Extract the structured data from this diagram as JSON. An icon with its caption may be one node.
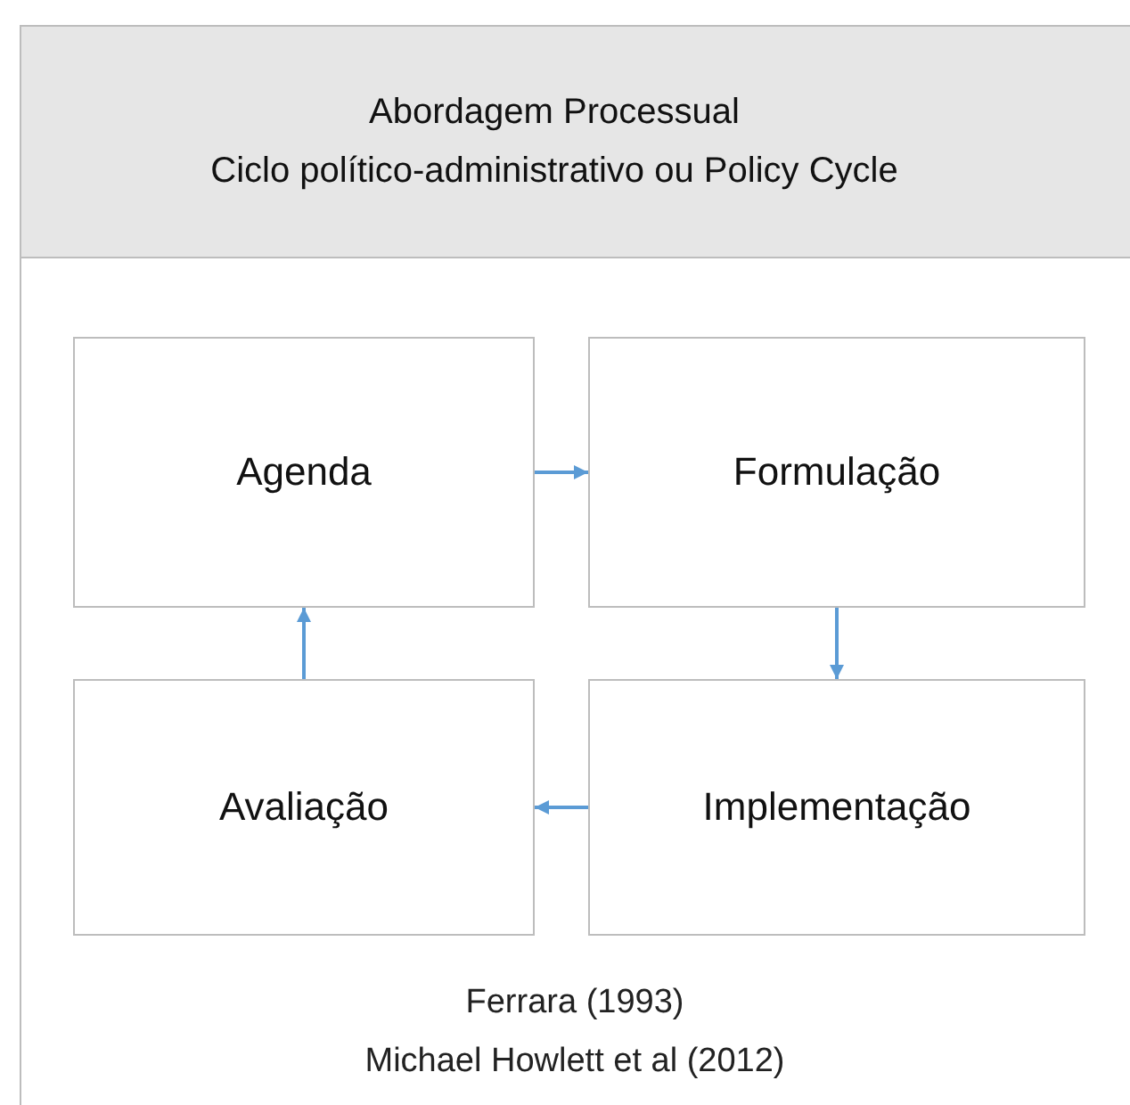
{
  "diagram": {
    "nodes": [
      {
        "text": [
          "Abordagem Processual",
          "Ciclo político-administrativo ou Policy Cycle"
        ]
      },
      {
        "text": [
          "Agenda"
        ]
      },
      {
        "text": [
          "Formulação"
        ]
      },
      {
        "text": [
          "Avaliação"
        ]
      },
      {
        "text": [
          "Implementação"
        ]
      }
    ],
    "edges": [
      {
        "from": 1,
        "to": 2,
        "arrow": "to"
      },
      {
        "from": 2,
        "to": 4,
        "arrow": "to"
      },
      {
        "from": 4,
        "to": 3,
        "arrow": "to"
      },
      {
        "from": 3,
        "to": 1,
        "arrow": "to"
      }
    ],
    "labels": [
      "Ferrara (1993)",
      "Michael Howlett et al (2012)"
    ]
  }
}
